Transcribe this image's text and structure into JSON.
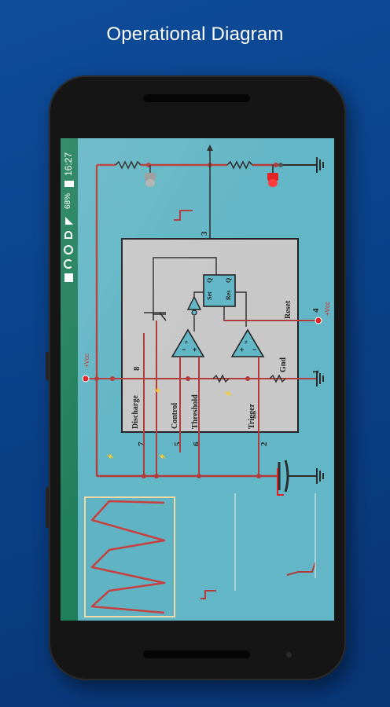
{
  "banner": {
    "title": "Operational Diagram"
  },
  "status_bar": {
    "time": "16:27",
    "battery": "68%"
  },
  "circuit": {
    "chip_pins": {
      "discharge": "Discharge",
      "control": "Control",
      "threshold": "Threshold",
      "trigger": "Trigger",
      "reset": "Reset",
      "gnd": "Gnd"
    },
    "pin_numbers": {
      "p1": "1",
      "p2": "2",
      "p3": "3",
      "p4": "4",
      "p5": "5",
      "p6": "6",
      "p7": "7",
      "p8": "8"
    },
    "flipflop": {
      "set": "Set",
      "reset": "Res",
      "q": "Q",
      "qbar": "Q"
    },
    "supply_labels": {
      "vcc_left": "+Vcc",
      "vcc_right": "+Vcc"
    },
    "colors": {
      "wire": "#b23a3a",
      "wire_dark": "#2c2c2c",
      "chip": "#c8c8c8",
      "chip_border": "#222222",
      "comparator": "#62b6c5",
      "led_off": "#9a9a9a",
      "led_on": "#e22222",
      "scope_trace": "#c64040"
    },
    "icons": [
      "ground-icon",
      "led-icon",
      "capacitor-icon",
      "resistor-icon",
      "comparator-icon",
      "flipflop-icon",
      "transistor-icon"
    ]
  }
}
